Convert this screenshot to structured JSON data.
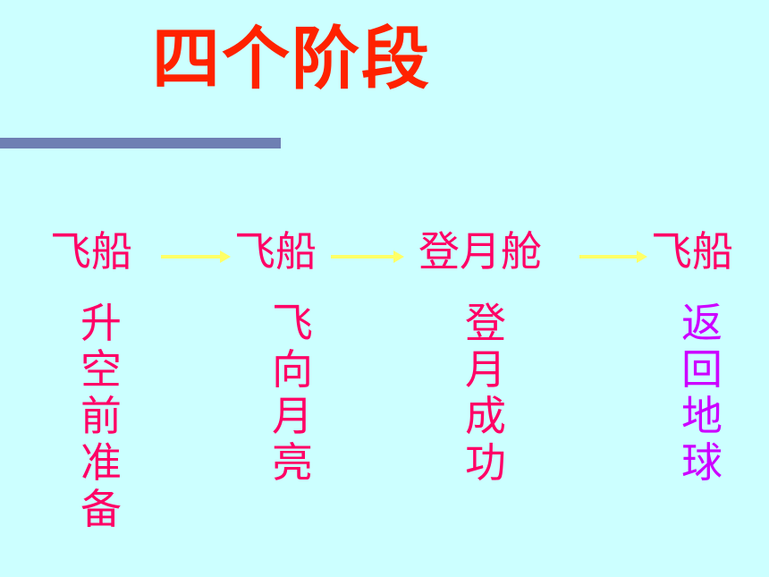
{
  "slide": {
    "title": "四个阶段",
    "colors": {
      "background": "#ccffff",
      "title": "#ff2200",
      "title_bar": "#6e7fb3",
      "stage_label": "#ff0066",
      "arrow": "#ffff66",
      "desc_pink": "#ff0066",
      "desc_purple": "#cc00ff"
    },
    "stages": [
      {
        "label": "飞船",
        "desc": "升\n空\n前\n准\n备"
      },
      {
        "label": "飞船",
        "desc": "飞\n向\n月\n亮"
      },
      {
        "label": "登月舱",
        "desc": "登\n月\n成\n功"
      },
      {
        "label": "飞船",
        "desc": "返\n回\n地\n球"
      }
    ]
  }
}
